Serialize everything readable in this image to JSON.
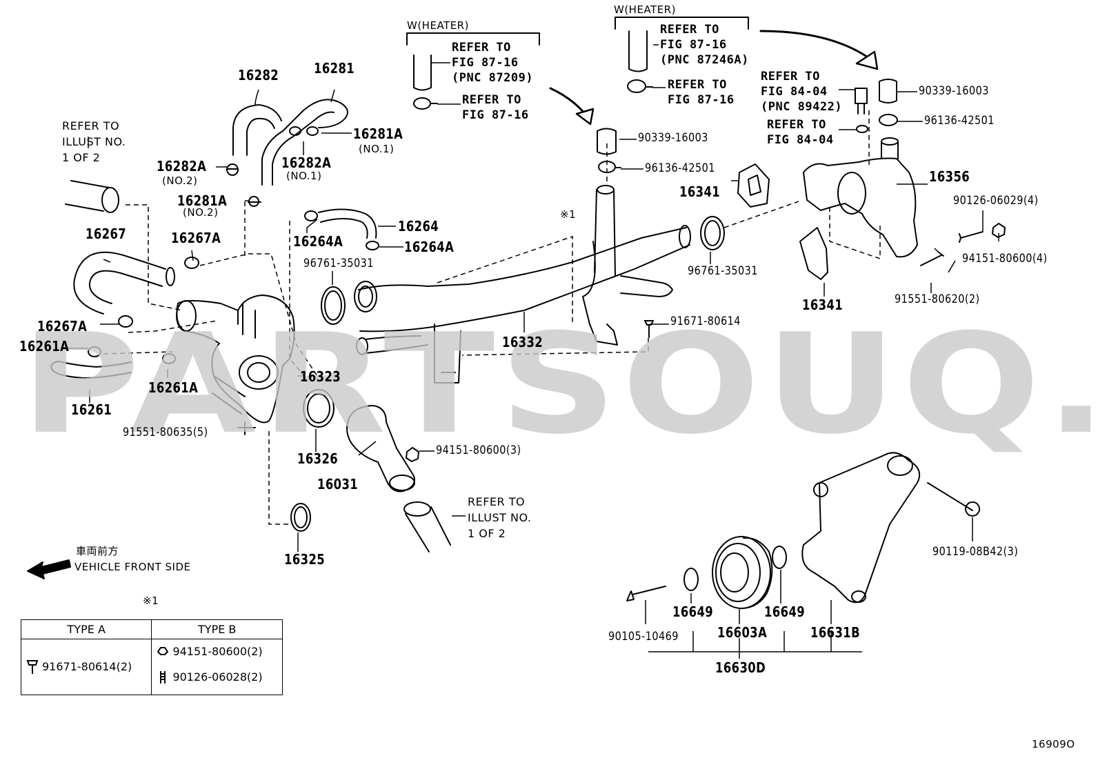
{
  "watermark": "PARTSOUQ.COM",
  "labels": {
    "heater_left": "W(HEATER)",
    "heater_right": "W(HEATER)",
    "mark1": "※1",
    "front_jp": "車両前方",
    "front_en": "VEHICLE FRONT SIDE",
    "figure_code": "16909O"
  },
  "notes": {
    "n87209": "REFER TO\nFIG 87-16\n(PNC 87209)",
    "n8716a": "REFER TO\nFIG 87-16",
    "n87246a": "REFER TO\nFIG 87-16\n(PNC 87246A)",
    "n8716b": "REFER TO\nFIG 87-16",
    "n89422": "REFER TO\nFIG 84-04\n(PNC 89422)",
    "n8404": "REFER TO\nFIG 84-04",
    "illust_upper": "REFER TO\nILLUST NO.\n1 OF 2",
    "illust_lower": "REFER TO\nILLUST NO.\n1 OF 2"
  },
  "parts": {
    "p16282": "16282",
    "p16281": "16281",
    "p16281a": "16281A",
    "no1_a": "(NO.1)",
    "p16282a_no2": "16282A",
    "no2_a": "(NO.2)",
    "p16282a_no1": "16282A",
    "no1_b": "(NO.1)",
    "p16281a_no2": "16281A",
    "no2_b": "(NO.2)",
    "p16267": "16267",
    "p16267a": "16267A",
    "p16267a_b": "16267A",
    "p16261a": "16261A",
    "p16261a_b": "16261A",
    "p16261": "16261",
    "p16264": "16264",
    "p16264a": "16264A",
    "p16264a_b": "16264A",
    "p96761_l": "96761-35031",
    "p16323": "16323",
    "p91551_80635": "91551-80635(5)",
    "p16326": "16326",
    "p16031": "16031",
    "p94151_3": "94151-80600(3)",
    "p16325": "16325",
    "p16332": "16332",
    "p90339_m": "90339-16003",
    "p96136_m": "96136-42501",
    "p91671": "91671-80614",
    "p16341_u": "16341",
    "p96761_r": "96761-35031",
    "p16341_l": "16341",
    "p16356": "16356",
    "p90339_r": "90339-16003",
    "p96136_r": "96136-42501",
    "p90126_4": "90126-06029(4)",
    "p94151_4": "94151-80600(4)",
    "p91551_80620": "91551-80620(2)",
    "p90119": "90119-08B42(3)",
    "p90105": "90105-10469",
    "p16649_l": "16649",
    "p16603a": "16603A",
    "p16649_r": "16649",
    "p16631b": "16631B",
    "p16630d": "16630D"
  },
  "table": {
    "type_a": "TYPE A",
    "type_b": "TYPE B",
    "a_part": "91671-80614(2)",
    "b_part1": "94151-80600(2)",
    "b_part2": "90126-06028(2)"
  }
}
